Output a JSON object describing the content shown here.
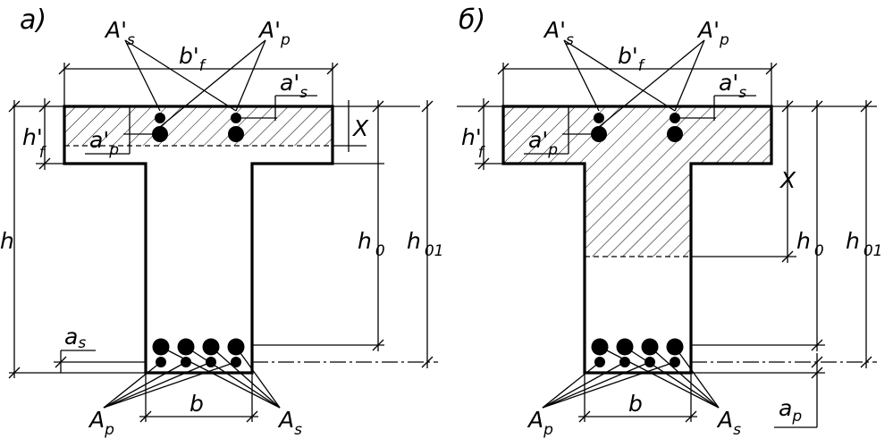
{
  "panel_a": {
    "title": "а)",
    "A_s_prime": {
      "base": "A'",
      "sub": "s"
    },
    "A_p_prime": {
      "base": "A'",
      "sub": "p"
    },
    "b_f_prime": {
      "base": "b'",
      "sub": "f"
    },
    "a_s_prime": {
      "base": "a'",
      "sub": "s"
    },
    "a_p_prime": {
      "base": "a'",
      "sub": "p"
    },
    "h_f_prime": {
      "base": "h'",
      "sub": "f"
    },
    "X": "X",
    "h": "h",
    "h0": {
      "base": "h",
      "sub": "0"
    },
    "h01": {
      "base": "h",
      "sub": "01"
    },
    "a_s": {
      "base": "a",
      "sub": "s"
    },
    "A_p": {
      "base": "A",
      "sub": "p"
    },
    "A_s": {
      "base": "A",
      "sub": "s"
    },
    "b": "b"
  },
  "panel_b": {
    "title": "б)",
    "A_s_prime": {
      "base": "A'",
      "sub": "s"
    },
    "A_p_prime": {
      "base": "A'",
      "sub": "p"
    },
    "b_f_prime": {
      "base": "b'",
      "sub": "f"
    },
    "a_s_prime": {
      "base": "a'",
      "sub": "s"
    },
    "a_p_prime": {
      "base": "a'",
      "sub": "p"
    },
    "h_f_prime": {
      "base": "h'",
      "sub": "f"
    },
    "X": "X",
    "h0": {
      "base": "h",
      "sub": "0"
    },
    "h01": {
      "base": "h",
      "sub": "01"
    },
    "a_p": {
      "base": "a",
      "sub": "p"
    },
    "A_p": {
      "base": "A",
      "sub": "p"
    },
    "A_s": {
      "base": "A",
      "sub": "s"
    },
    "b": "b"
  }
}
